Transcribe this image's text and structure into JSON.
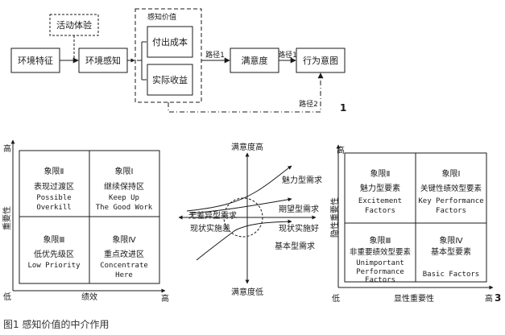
{
  "top": {
    "activity_experience": "活动体验",
    "perceived_value_title": "感知价值",
    "env_feature": "环境特征",
    "env_perception": "环境感知",
    "cost": "付出成本",
    "benefit": "实际收益",
    "satisfaction": "满意度",
    "behavior_intention": "行为意图",
    "path1_a": "路径1",
    "path1_b": "路径1",
    "path2": "路径2",
    "panel_number": "1"
  },
  "ipa": {
    "high_y": "高",
    "low": "低",
    "high_x": "高",
    "ylabel": "重要性",
    "xlabel": "绩效",
    "q2": {
      "title": "象限Ⅱ",
      "cn": "表现过渡区",
      "en1": "Possible",
      "en2": "Overkill"
    },
    "q1": {
      "title": "象限Ⅰ",
      "cn": "继续保持区",
      "en1": "Keep Up",
      "en2": "The Good Work"
    },
    "q3": {
      "title": "象限Ⅲ",
      "cn": "低优先级区",
      "en1": "Low Priority",
      "en2": ""
    },
    "q4": {
      "title": "象限Ⅳ",
      "cn": "重点改进区",
      "en1": "Concentrate",
      "en2": "Here"
    }
  },
  "kano": {
    "sat_high": "满意度高",
    "sat_low": "满意度低",
    "attractive": "魅力型需求",
    "indifferent": "无差异型需求",
    "one_dim": "期望型需求",
    "poor": "现状实施差",
    "good": "现状实施好",
    "must_be": "基本型需求"
  },
  "apa": {
    "high_y": "高",
    "low": "低",
    "high_x": "高",
    "panel_number": "3",
    "ylabel": "隐性重要性",
    "xlabel": "显性重要性",
    "q2": {
      "title": "象限Ⅱ",
      "cn": "魅力型要素",
      "en1": "Excitement",
      "en2": "Factors",
      "en3": ""
    },
    "q1": {
      "title": "象限Ⅰ",
      "cn": "关键性绩效型要素",
      "en1": "Key Performance",
      "en2": "Factors",
      "en3": ""
    },
    "q3": {
      "title": "象限Ⅲ",
      "cn": "非重要绩效型要素",
      "en1": "Unimportant",
      "en2": "Performance",
      "en3": "Factors"
    },
    "q4": {
      "title": "象限Ⅳ",
      "cn": "基本型要素",
      "en1": "Basic Factors",
      "en2": "",
      "en3": ""
    }
  },
  "caption": "图1  感知价值的中介作用"
}
